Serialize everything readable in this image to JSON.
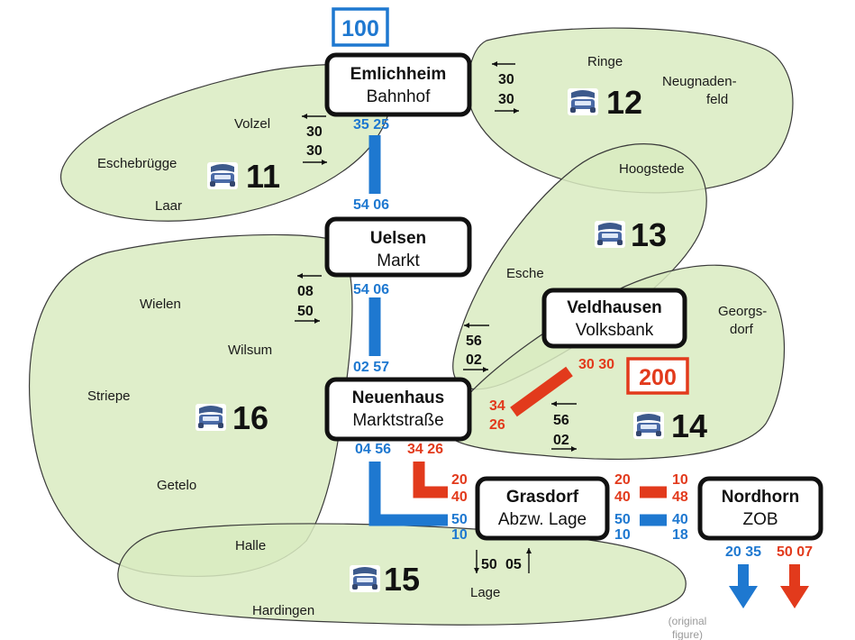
{
  "routes": {
    "blue": {
      "number": "100",
      "color": "#1e78d0"
    },
    "red": {
      "number": "200",
      "color": "#e23a1c"
    }
  },
  "zone_color": "#d9ebc1",
  "zones": [
    {
      "number": "11",
      "icon": "phone-bus-icon"
    },
    {
      "number": "12",
      "icon": "phone-bus-icon"
    },
    {
      "number": "13",
      "icon": "phone-bus-icon"
    },
    {
      "number": "14",
      "icon": "phone-bus-icon"
    },
    {
      "number": "15",
      "icon": "phone-bus-icon"
    },
    {
      "number": "16",
      "icon": "phone-bus-icon"
    }
  ],
  "places": [
    "Volzel",
    "Eschebrügge",
    "Laar",
    "Ringe",
    "Neugnaden-",
    "feld",
    "Hoogstede",
    "Esche",
    "Georgs-",
    "dorf",
    "Wielen",
    "Wilsum",
    "Striepe",
    "Getelo",
    "Halle",
    "Hardingen",
    "Lage"
  ],
  "stops": [
    {
      "name": "Emlichheim",
      "sub": "Bahnhof"
    },
    {
      "name": "Uelsen",
      "sub": "Markt"
    },
    {
      "name": "Neuenhaus",
      "sub": "Marktstraße"
    },
    {
      "name": "Veldhausen",
      "sub": "Volksbank"
    },
    {
      "name": "Grasdorf",
      "sub": "Abzw. Lage"
    },
    {
      "name": "Nordhorn",
      "sub": "ZOB"
    }
  ],
  "times": {
    "emlichheim_dep": "35 25",
    "uelsen_arr": "54 06",
    "uelsen_dep": "54 06",
    "neuenhaus_arr_blue": "02 57",
    "neuenhaus_dep_blue": "04 56",
    "neuenhaus_dep_red": "34 26",
    "neuenhaus_red_a": "34",
    "neuenhaus_red_b": "26",
    "veldhausen_red": "30 30",
    "grasdorf_red_in_a": "20",
    "grasdorf_red_in_b": "40",
    "grasdorf_blue_in_a": "50",
    "grasdorf_blue_in_b": "10",
    "grasdorf_red_out_a": "20",
    "grasdorf_red_out_b": "40",
    "grasdorf_blue_out_a": "50",
    "grasdorf_blue_out_b": "10",
    "nordhorn_red_a": "10",
    "nordhorn_red_b": "48",
    "nordhorn_blue_a": "40",
    "nordhorn_blue_b": "18",
    "nordhorn_blue_out": "20 35",
    "nordhorn_red_out": "50 07"
  },
  "feeders": {
    "z11": {
      "top": "30",
      "bottom": "30"
    },
    "z12": {
      "top": "30",
      "bottom": "30"
    },
    "z16": {
      "top": "08",
      "bottom": "50"
    },
    "z13": {
      "top": "56",
      "bottom": "02"
    },
    "z14": {
      "top": "56",
      "bottom": "02"
    },
    "z15": {
      "down": "50",
      "up": "05"
    }
  },
  "footer": {
    "line1": "(original",
    "line2": "figure)"
  }
}
